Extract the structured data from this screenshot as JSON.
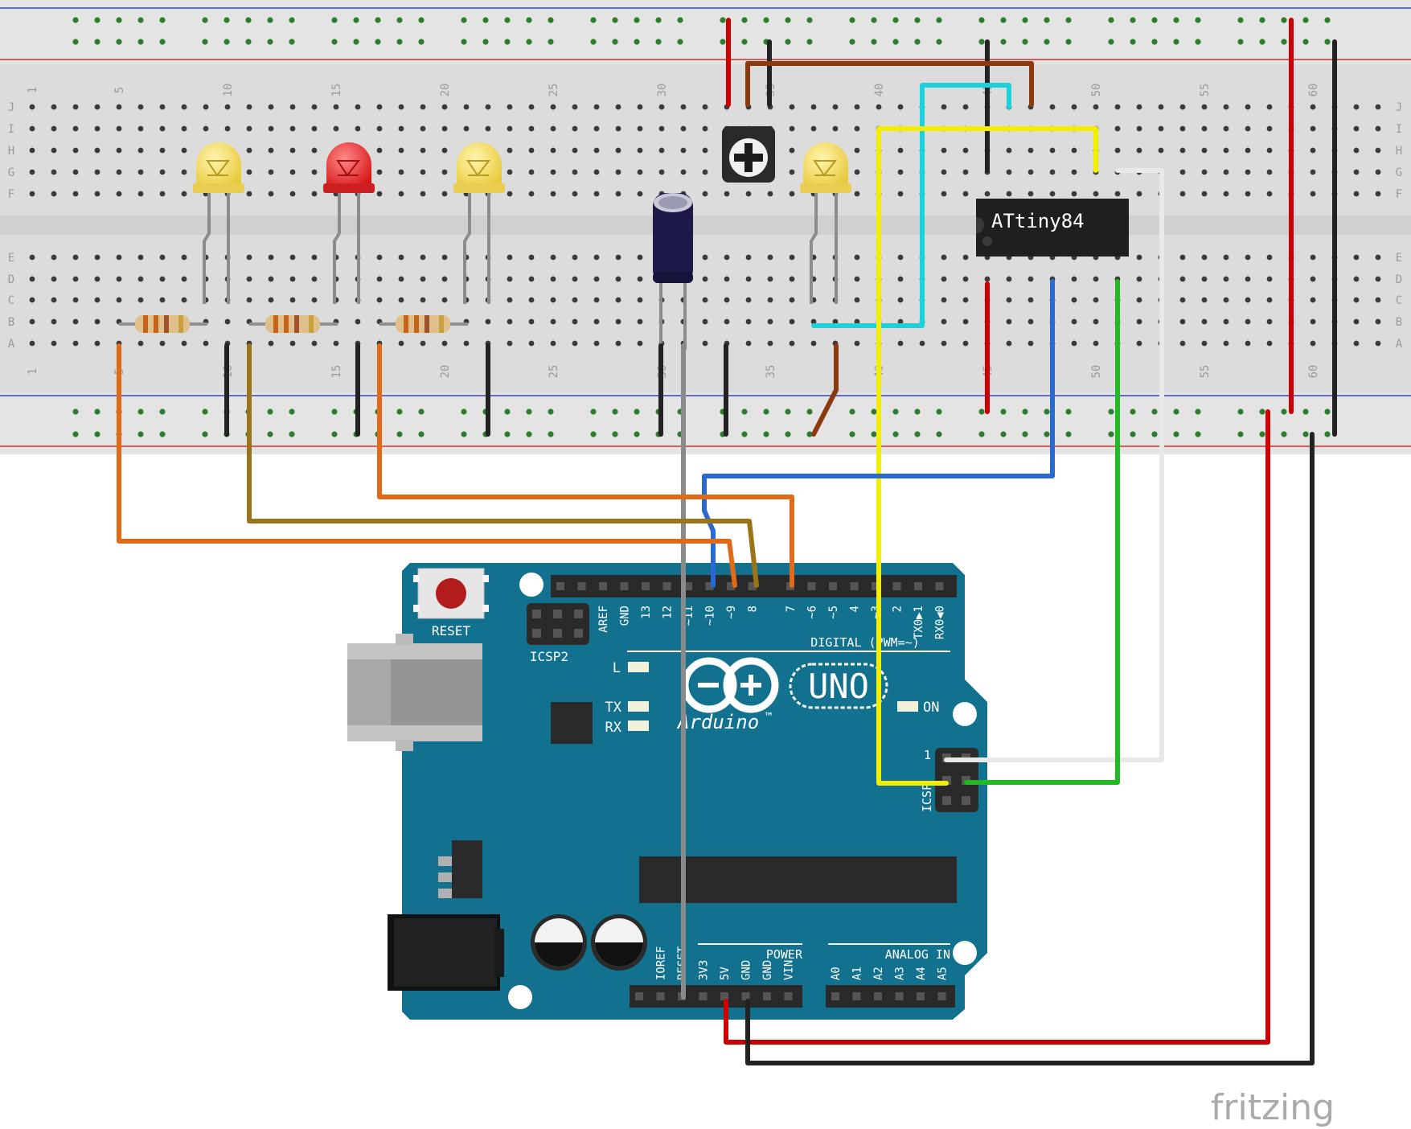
{
  "watermark": "fritzing",
  "breadboard": {
    "row_letters": [
      "J",
      "I",
      "H",
      "G",
      "F",
      "E",
      "D",
      "C",
      "B",
      "A"
    ],
    "column_numbers": [
      "1",
      "5",
      "10",
      "15",
      "20",
      "25",
      "30",
      "35",
      "40",
      "45",
      "50",
      "55",
      "60"
    ]
  },
  "chip": {
    "label": "ATtiny84"
  },
  "arduino": {
    "reset_label": "RESET",
    "icsp2_label": "ICSP2",
    "icsp_label": "ICSP",
    "icsp_pin1": "1",
    "digital_label": "DIGITAL (PWM=~)",
    "digital_pins": [
      "AREF",
      "GND",
      "13",
      "12",
      "~11",
      "~10",
      "~9",
      "8",
      "7",
      "~6",
      "~5",
      "4",
      "~3",
      "2",
      "TX0▶1",
      "RX0◀0"
    ],
    "led_l": "L",
    "led_tx": "TX",
    "led_rx": "RX",
    "led_on": "ON",
    "logo_text": "Arduino",
    "logo_tm": "™",
    "uno_label": "UNO",
    "power_label": "POWER",
    "power_pins": [
      "IOREF",
      "RESET",
      "3V3",
      "5V",
      "GND",
      "GND",
      "VIN"
    ],
    "analog_label": "ANALOG IN",
    "analog_pins": [
      "A0",
      "A1",
      "A2",
      "A3",
      "A4",
      "A5"
    ]
  },
  "colors": {
    "board": "#11718f",
    "breadboard": "#dcdcdc",
    "wire_red": "#cc0000",
    "wire_black": "#222222",
    "wire_orange": "#e26a16",
    "wire_olive": "#9a7416",
    "wire_brown": "#8b3a10",
    "wire_blue": "#2a6ad0",
    "wire_cyan": "#20d0d8",
    "wire_yellow": "#f3ee00",
    "wire_green": "#20bb20",
    "wire_white": "#e8e8e8",
    "wire_gray": "#8a8a8a"
  }
}
